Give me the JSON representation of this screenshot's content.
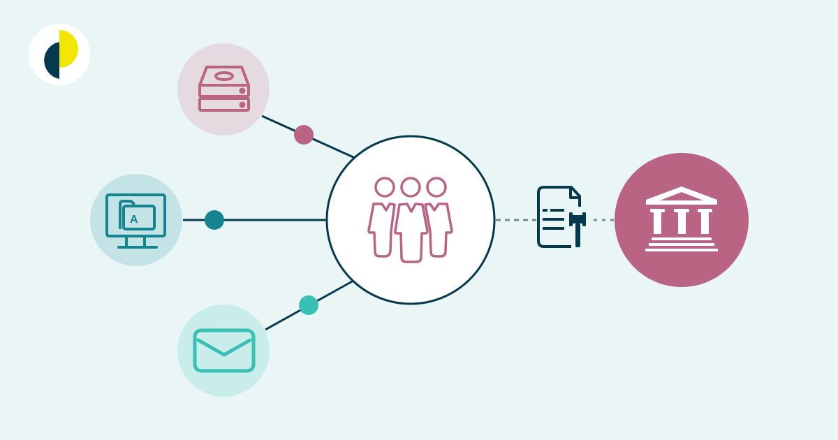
{
  "colors": {
    "background": "#EAF6F6",
    "navy": "#053A4E",
    "mauve": "#B86482",
    "mauve_light": "#E6DAE1",
    "teal": "#138490",
    "teal_light": "#C4E3E6",
    "aqua": "#38C0B4",
    "aqua_light": "#C8EDEA",
    "yellow": "#F2E600",
    "white": "#FFFFFF",
    "dash_gray": "#6E8F98"
  },
  "logo": {
    "name": "brand-logo"
  },
  "nodes": {
    "storage": {
      "name": "storage-node",
      "icon": "hard-drive-stack-icon"
    },
    "files": {
      "name": "files-node",
      "icon": "monitor-folder-icon",
      "folder_label": "A"
    },
    "mail": {
      "name": "mail-node",
      "icon": "envelope-icon"
    },
    "hub": {
      "name": "people-hub-node",
      "icon": "group-people-icon"
    },
    "legal": {
      "name": "legal-document-icon",
      "icon": "document-gavel-icon"
    },
    "court": {
      "name": "court-node",
      "icon": "courthouse-icon"
    }
  },
  "connectors": [
    {
      "from": "storage",
      "to": "hub",
      "dot_color": "#B86482"
    },
    {
      "from": "files",
      "to": "hub",
      "dot_color": "#138490"
    },
    {
      "from": "mail",
      "to": "hub",
      "dot_color": "#38C0B4"
    },
    {
      "from": "hub",
      "to": "court",
      "style": "dashed"
    }
  ]
}
